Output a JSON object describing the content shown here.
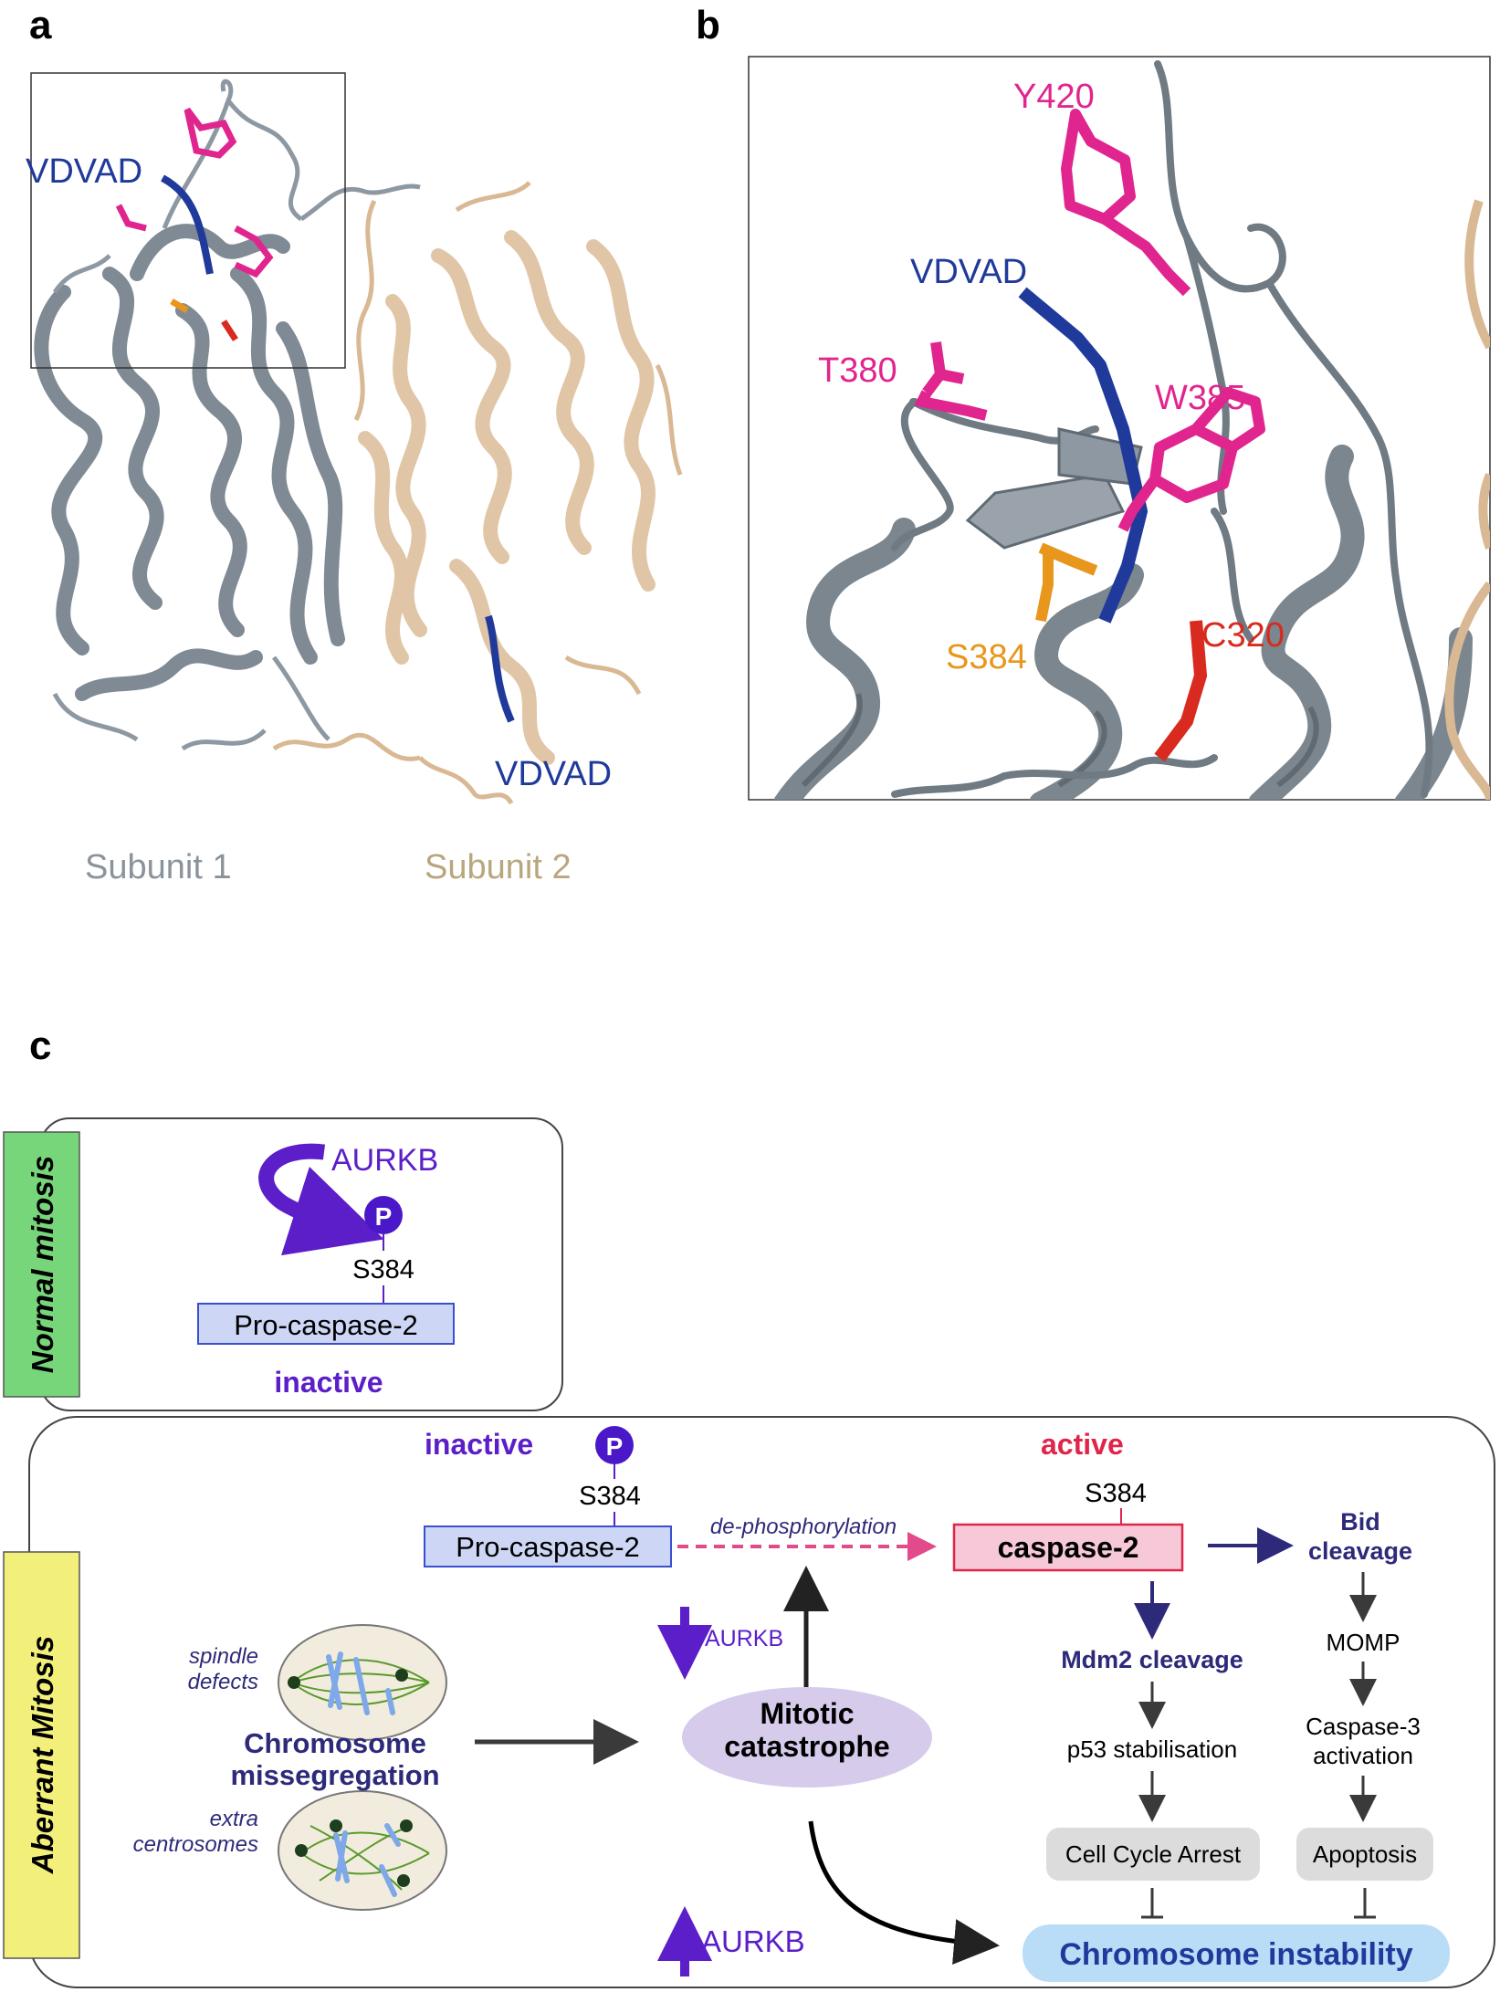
{
  "panels": {
    "a": "a",
    "b": "b",
    "c": "c"
  },
  "panel_a": {
    "ligand_top": "VDVAD",
    "ligand_bottom": "VDVAD",
    "subunit1": "Subunit 1",
    "subunit2": "Subunit 2"
  },
  "panel_b": {
    "y420": "Y420",
    "vdvad": "VDVAD",
    "t380": "T380",
    "w385": "W385",
    "s384": "S384",
    "c320": "C320"
  },
  "panel_c": {
    "normal": {
      "section_label": "Normal mitosis",
      "kinase": "AURKB",
      "phospho": "P",
      "site": "S384",
      "protein": "Pro-caspase-2",
      "state": "inactive"
    },
    "aberrant": {
      "section_label": "Aberrant Mitosis",
      "inactive_label": "inactive",
      "active_label": "active",
      "phospho": "P",
      "site_left": "S384",
      "site_right": "S384",
      "procaspase": "Pro-caspase-2",
      "dephos": "de-phosphorylation",
      "caspase": "caspase-2",
      "aurkb_down": "AURKB",
      "aurkb_up": "AURKB",
      "spindle": [
        "spindle",
        "defects"
      ],
      "extra_centrosomes": [
        "extra",
        "centrosomes"
      ],
      "missegregation": [
        "Chromosome",
        "missegregation"
      ],
      "catastrophe": [
        "Mitotic",
        "catastrophe"
      ],
      "bid": [
        "Bid",
        "cleavage"
      ],
      "mdm2": "Mdm2 cleavage",
      "momp": "MOMP",
      "caspase3": [
        "Caspase-3",
        "activation"
      ],
      "p53": "p53 stabilisation",
      "arrest": "Cell Cycle Arrest",
      "apoptosis": "Apoptosis",
      "instability": "Chromosome instability"
    }
  },
  "colors": {
    "grey_protein": "#7f8a94",
    "tan_protein": "#e0c6a6",
    "ligand_blue": "#1f3a9a",
    "magenta": "#e0258f",
    "orange": "#e8961c",
    "red": "#d82a1e",
    "purple": "#5b1ec9",
    "navy_text": "#2d2a7a",
    "active_red": "#e0254a",
    "normal_green": "#77d67a",
    "aberrant_yellow": "#f2f07a"
  }
}
